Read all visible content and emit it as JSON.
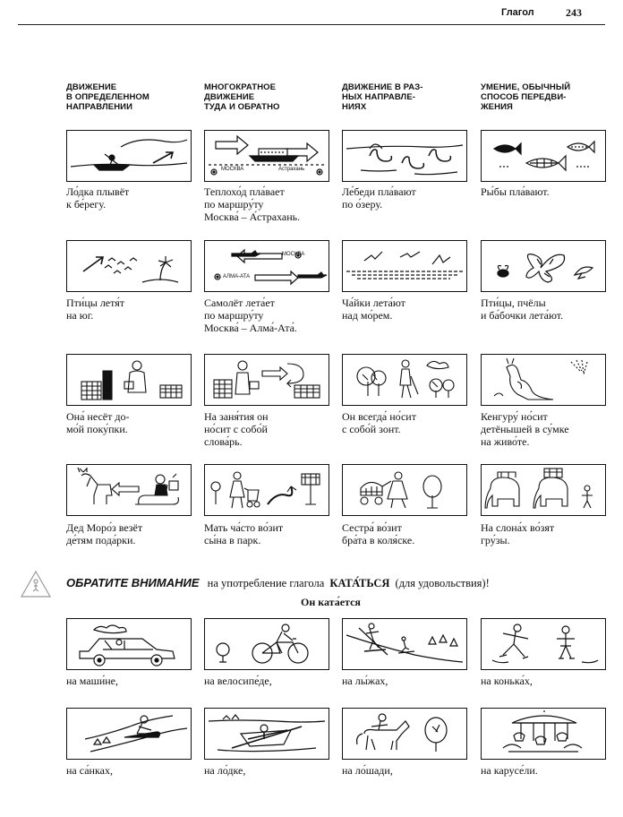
{
  "header": {
    "title": "Глагол",
    "page": "243"
  },
  "columns": [
    {
      "lines": [
        "ДВИЖЕНИЕ",
        "В ОПРЕДЕЛЕННОМ",
        "НАПРАВЛЕНИИ"
      ]
    },
    {
      "lines": [
        "МНОГОКРАТНОЕ",
        "ДВИЖЕНИЕ",
        "ТУДА И ОБРАТНО"
      ]
    },
    {
      "lines": [
        "ДВИЖЕНИЕ В РАЗ-",
        "НЫХ НАПРАВЛЕ-",
        "НИЯХ"
      ]
    },
    {
      "lines": [
        "УМЕНИЕ, ОБЫЧНЫЙ",
        "СПОСОБ ПЕРЕДВИ-",
        "ЖЕНИЯ"
      ]
    }
  ],
  "rows": [
    [
      {
        "scene": "boat",
        "caption": [
          "Ло́дка плывёт",
          "к бе́регу."
        ]
      },
      {
        "scene": "ship",
        "labels": [
          "МОСКВА",
          "Астрахань"
        ],
        "caption": [
          "Теплохо́д пла́вает",
          "по маршру́ту",
          "Москва́ – А́страхань."
        ]
      },
      {
        "scene": "swans",
        "caption": [
          "Ле́беди пла́вают",
          "по о́зеру."
        ]
      },
      {
        "scene": "fish",
        "caption": [
          "Ры́бы пла́вают."
        ]
      }
    ],
    [
      {
        "scene": "birds",
        "caption": [
          "Пти́цы летя́т",
          "на юг."
        ]
      },
      {
        "scene": "plane",
        "labels": [
          "МОСКВА",
          "АЛМА-АТА"
        ],
        "caption": [
          "Самолёт лета́ет",
          "по маршру́ту",
          "Москва́ – Алма́-Ата́."
        ]
      },
      {
        "scene": "gulls",
        "caption": [
          "Ча́йки лета́ют",
          "над мо́рем."
        ]
      },
      {
        "scene": "insects",
        "caption": [
          "Пти́цы, пчёлы",
          "и ба́бочки лета́ют."
        ]
      }
    ],
    [
      {
        "scene": "carry",
        "caption": [
          "Она́ несёт до-",
          "мо́й поку́пки."
        ]
      },
      {
        "scene": "carry-back",
        "caption": [
          "На заня́тия он",
          "но́сит с собо́й",
          "слова́рь."
        ]
      },
      {
        "scene": "umbrella",
        "caption": [
          "Он всегда́ но́сит",
          "с собо́й зонт."
        ]
      },
      {
        "scene": "kangaroo",
        "caption": [
          "Кенгуру́ но́сит",
          "детёнышей в су́мке",
          "на живо́те."
        ]
      }
    ],
    [
      {
        "scene": "sleigh",
        "caption": [
          "Дед Моро́з везёт",
          "де́тям пода́рки."
        ]
      },
      {
        "scene": "stroller",
        "caption": [
          "Мать ча́сто во́зит",
          "сы́на в парк."
        ]
      },
      {
        "scene": "pram",
        "caption": [
          "Сестра́ во́зит",
          "бра́та в коля́ске."
        ]
      },
      {
        "scene": "elephants",
        "caption": [
          "На слона́х во́зят",
          "гру́зы."
        ]
      }
    ]
  ],
  "note": {
    "emph": "ОБРАТИТЕ ВНИМАНИЕ",
    "middle": "на употребление глагола",
    "verb": "КАТА́ТЬСЯ",
    "tail": "(для удовольствия)!",
    "subline": "Он ката́ется"
  },
  "bottom": [
    {
      "scene": "car",
      "caption": "на маши́не,"
    },
    {
      "scene": "bicycle",
      "caption": "на велосипе́де,"
    },
    {
      "scene": "skis",
      "caption": "на лы́жах,"
    },
    {
      "scene": "skates",
      "caption": "на конька́х,"
    },
    {
      "scene": "sled",
      "caption": "на са́нках,"
    },
    {
      "scene": "rowboat",
      "caption": "на ло́дке,"
    },
    {
      "scene": "horse",
      "caption": "на ло́шади,"
    },
    {
      "scene": "carousel",
      "caption": "на карусе́ли."
    }
  ]
}
